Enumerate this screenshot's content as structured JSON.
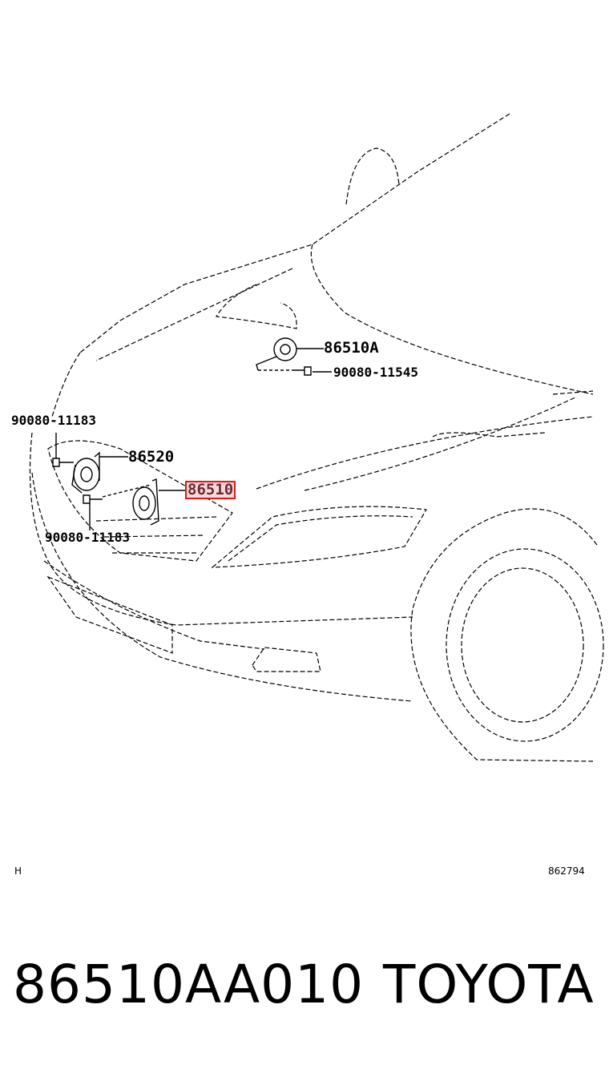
{
  "diagram": {
    "callouts": {
      "horn_upper": "86510A",
      "bolt_upper": "90080-11545",
      "bolt_left_top": "90080-11183",
      "horn_left": "86520",
      "horn_selected": "86510",
      "bolt_left_bottom": "90080-11183"
    },
    "corner_left": "H",
    "diagram_id": "862794",
    "highlight_color": "#e01818"
  },
  "footer": {
    "part_number": "86510AA010",
    "brand": "TOYOTA"
  }
}
